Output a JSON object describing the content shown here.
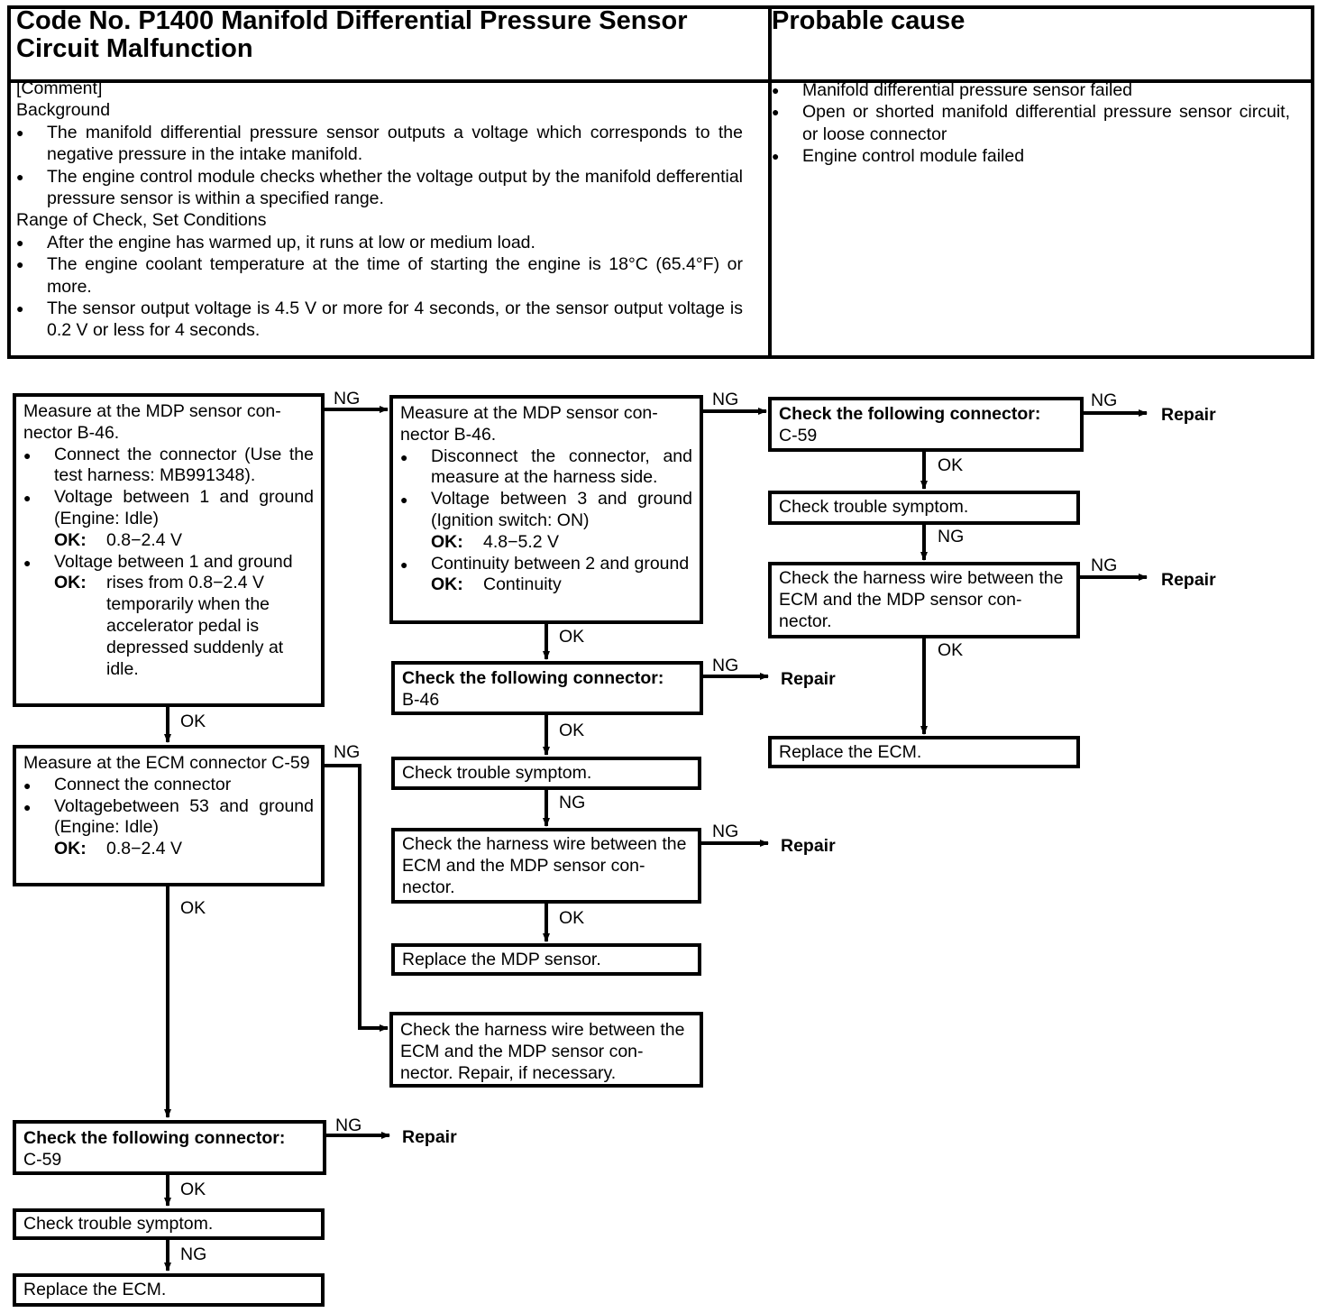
{
  "header": {
    "title_line1": "Code No. P1400 Manifold Differential Pressure Sensor",
    "title_line2": "Circuit Malfunction",
    "cause_title": "Probable cause"
  },
  "comment": {
    "label": "[Comment]",
    "background_label": "Background",
    "background_items": [
      "The manifold differential pressure sensor outputs a voltage which corresponds to the negative pressure in the intake manifold.",
      "The engine control module checks whether the voltage output by the manifold defferential pressure sensor is within a specified range."
    ],
    "range_label": "Range of Check, Set Conditions",
    "range_items": [
      "After the engine has warmed up, it runs at low or medium load.",
      "The engine coolant temperature at the time of starting the engine is 18°C (65.4°F) or more.",
      "The sensor output voltage is 4.5 V or more for 4 seconds, or the sensor output voltage is 0.2 V or less for 4 seconds."
    ]
  },
  "causes": [
    "Manifold differential pressure sensor failed",
    "Open or shorted manifold differential pressure sensor circuit, or loose connector",
    "Engine control module failed"
  ],
  "flow": {
    "box1": {
      "title": "Measure at the MDP sensor con-nector B-46.",
      "item1": "Connect the connector (Use the test harness: MB991348).",
      "item2": "Voltage between 1 and ground (Engine: Idle)",
      "ok2_key": "OK:",
      "ok2_val": "0.8−2.4 V",
      "item3": "Voltage between 1 and ground",
      "ok3_key": "OK:",
      "ok3_val": "rises from 0.8−2.4 V temporarily when the accelerator pedal is depressed suddenly at idle."
    },
    "box2": {
      "title": "Measure at the ECM connector C-59",
      "item1": "Connect the connector",
      "item2": "Voltagebetween 53 and ground (Engine: Idle)",
      "ok_key": "OK:",
      "ok_val": "0.8−2.4 V"
    },
    "box3": {
      "title": "Check the following connector:",
      "sub": "C-59",
      "symptom": "Check trouble symptom.",
      "replace": "Replace the ECM."
    },
    "box4": {
      "title": "Measure at the MDP sensor con-nector B-46.",
      "item1": "Disconnect the connector, and measure at the harness side.",
      "item2": "Voltage between 3 and ground (Ignition switch: ON)",
      "ok2_key": "OK:",
      "ok2_val": "4.8−5.2 V",
      "item3": "Continuity between 2 and ground",
      "ok3_key": "OK:",
      "ok3_val": "Continuity"
    },
    "box5": {
      "title": "Check the following connector:",
      "sub": "B-46",
      "symptom": "Check trouble symptom.",
      "harness": "Check the harness wire between the ECM and the MDP sensor con-nector.",
      "replace": "Replace the MDP sensor."
    },
    "box6": {
      "text": "Check the harness wire between the ECM and the MDP sensor con-nector. Repair, if necessary."
    },
    "box7": {
      "title": "Check the following connector:",
      "sub": "C-59",
      "symptom": "Check trouble symptom.",
      "harness": "Check the harness wire between the ECM and the MDP sensor con-nector.",
      "replace": "Replace the ECM."
    },
    "labels": {
      "ng": "NG",
      "ok": "OK",
      "repair": "Repair"
    }
  }
}
